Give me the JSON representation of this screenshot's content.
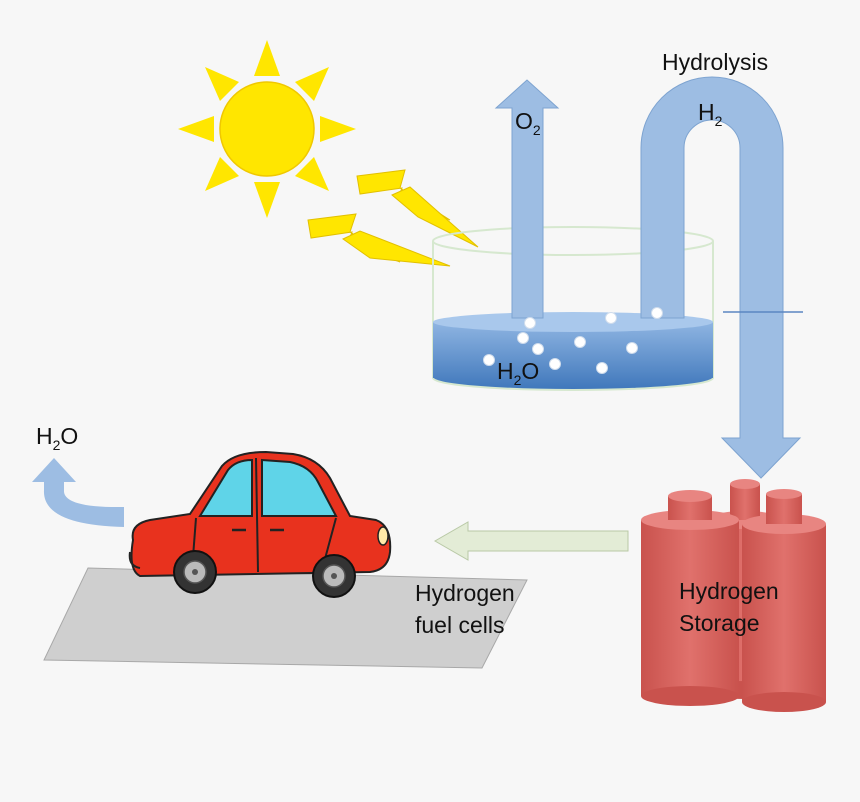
{
  "labels": {
    "hydrolysis": "Hydrolysis",
    "o2_base": "O",
    "o2_sub": "2",
    "h2_base": "H",
    "h2_sub": "2",
    "water_base": "H",
    "water_sub": "2",
    "water_end": "O",
    "exhaust_base": "H",
    "exhaust_sub": "2",
    "exhaust_end": "O",
    "fuel_cells_line1": "Hydrogen",
    "fuel_cells_line2": "fuel cells",
    "storage_line1": "Hydrogen",
    "storage_line2": "Storage"
  },
  "colors": {
    "background": "#f7f7f7",
    "sun": "#ffe600",
    "arrow_blue": "#9dbde3",
    "water": "#4f87c8",
    "tank_red": "#d9645f",
    "car_red": "#e8321e",
    "road": "#cfcfcf",
    "fuel_arrow": "#e3ecd6"
  }
}
